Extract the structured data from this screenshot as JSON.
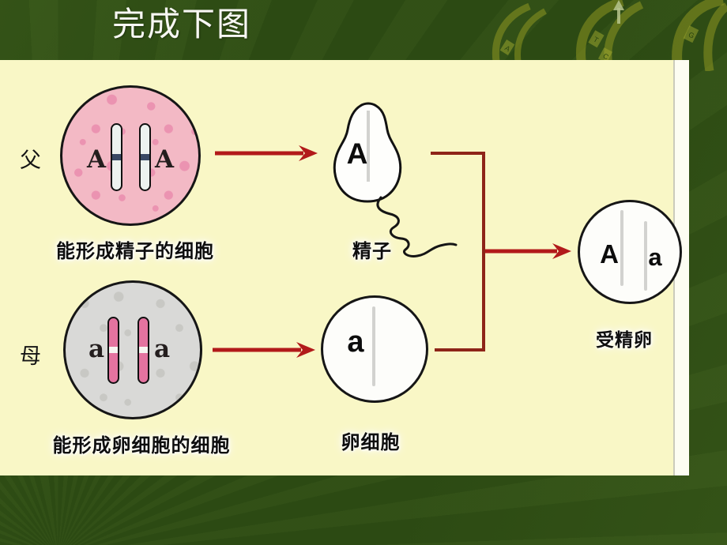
{
  "slide": {
    "title": "完成下图",
    "colors": {
      "bg": "#2c4a13",
      "panel": "#f9f7c6",
      "panel_edge": "#fdfdf2",
      "title": "#f7f7f3",
      "ink": "#161616",
      "arrow": "#b21a1a",
      "connector": "#8e2418",
      "father_fill": "#f3b9c5",
      "father_spot": "#eb93b1",
      "mother_fill": "#d9d9d7",
      "mother_spot": "#c8c8c4",
      "chromo_fill": "#edf2ef",
      "chromo_band": "#394864",
      "mother_chromo_fill": "#e4739f",
      "mother_chromo_band": "#f7f5f0",
      "cell_white": "#fdfdfa",
      "faint_line": "#d2d2cf"
    },
    "diagram": {
      "father": {
        "side_label": "父",
        "caption": "能形成精子的细胞",
        "allele_left": "A",
        "allele_right": "A"
      },
      "sperm": {
        "caption": "精子",
        "allele": "A"
      },
      "mother": {
        "side_label": "母",
        "caption": "能形成卵细胞的细胞",
        "allele_left": "a",
        "allele_right": "a"
      },
      "egg": {
        "caption": "卵细胞",
        "allele": "a"
      },
      "zygote": {
        "caption": "受精卵",
        "allele_left": "A",
        "allele_right": "a"
      }
    },
    "decoration": {
      "dna_letters": [
        "A",
        "T",
        "C",
        "G"
      ]
    }
  }
}
